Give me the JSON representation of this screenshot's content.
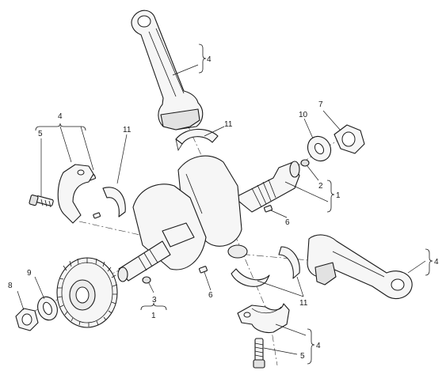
{
  "callouts": {
    "c4_top_rod": "4",
    "c11_upper_shell": "11",
    "c10_washer": "10",
    "c7_nut": "7",
    "c2_plug": "2",
    "c1_crank_right": "1",
    "c6_pin_right": "6",
    "c4_right_rod": "4",
    "c11_lower_shells": "11",
    "c4_bottom_cap": "4",
    "c5_bottom_bolt": "5",
    "c4_left_group": "4",
    "c5_left_bolt": "5",
    "c11_left_shell": "11",
    "c8_left_nut": "8",
    "c9_left_washer": "9",
    "c3_plug": "3",
    "c1_crank_bottom": "1",
    "c6_pin_left": "6"
  },
  "colors": {
    "line": "#1a1a1a",
    "fill": "#f6f6f6",
    "background": "#ffffff"
  }
}
